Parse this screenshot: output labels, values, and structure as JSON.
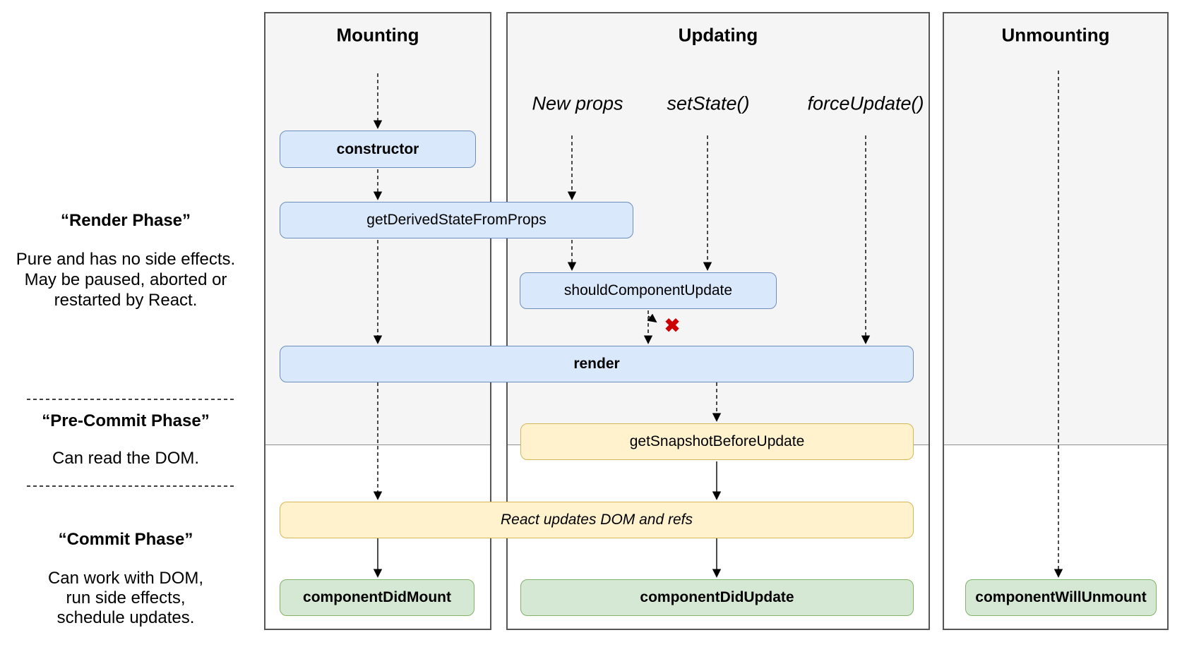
{
  "diagram": {
    "columns": [
      {
        "title": "Mounting"
      },
      {
        "title": "Updating"
      },
      {
        "title": "Unmounting"
      }
    ],
    "triggers": [
      {
        "label": "New props"
      },
      {
        "label": "setState()"
      },
      {
        "label": "forceUpdate()"
      }
    ],
    "boxes": {
      "constructor": {
        "label": "constructor"
      },
      "get_derived_state_from_props": {
        "label": "getDerivedStateFromProps"
      },
      "should_component_update": {
        "label": "shouldComponentUpdate"
      },
      "render": {
        "label": "render"
      },
      "get_snapshot_before_update": {
        "label": "getSnapshotBeforeUpdate"
      },
      "react_updates_dom": {
        "label": "React updates DOM and refs"
      },
      "component_did_mount": {
        "label": "componentDidMount"
      },
      "component_did_update": {
        "label": "componentDidUpdate"
      },
      "component_will_unmount": {
        "label": "componentWillUnmount"
      }
    },
    "phases": {
      "render_phase": {
        "title": "“Render Phase”",
        "lines": [
          "Pure and has no side effects.",
          "May be paused, aborted or",
          "restarted by React."
        ]
      },
      "pre_commit_phase": {
        "title": "“Pre-Commit Phase”",
        "lines": [
          "Can read the DOM."
        ]
      },
      "commit_phase": {
        "title": "“Commit Phase”",
        "lines": [
          "Can work with DOM,",
          "run side effects,",
          "schedule updates."
        ]
      }
    },
    "marks": {
      "skip_update_x": "✖"
    },
    "colors": {
      "lifecycle_box_fill": "#dae8fc",
      "lifecycle_box_border": "#6c8ebf",
      "commit_box_fill": "#d5e8d4",
      "commit_box_border": "#82b366",
      "side_effect_box_fill": "#fff2cc",
      "side_effect_box_border": "#d6b656",
      "panel_top_fill": "#f5f5f5",
      "panel_border": "#565656",
      "x_mark": "#cc0000"
    }
  }
}
